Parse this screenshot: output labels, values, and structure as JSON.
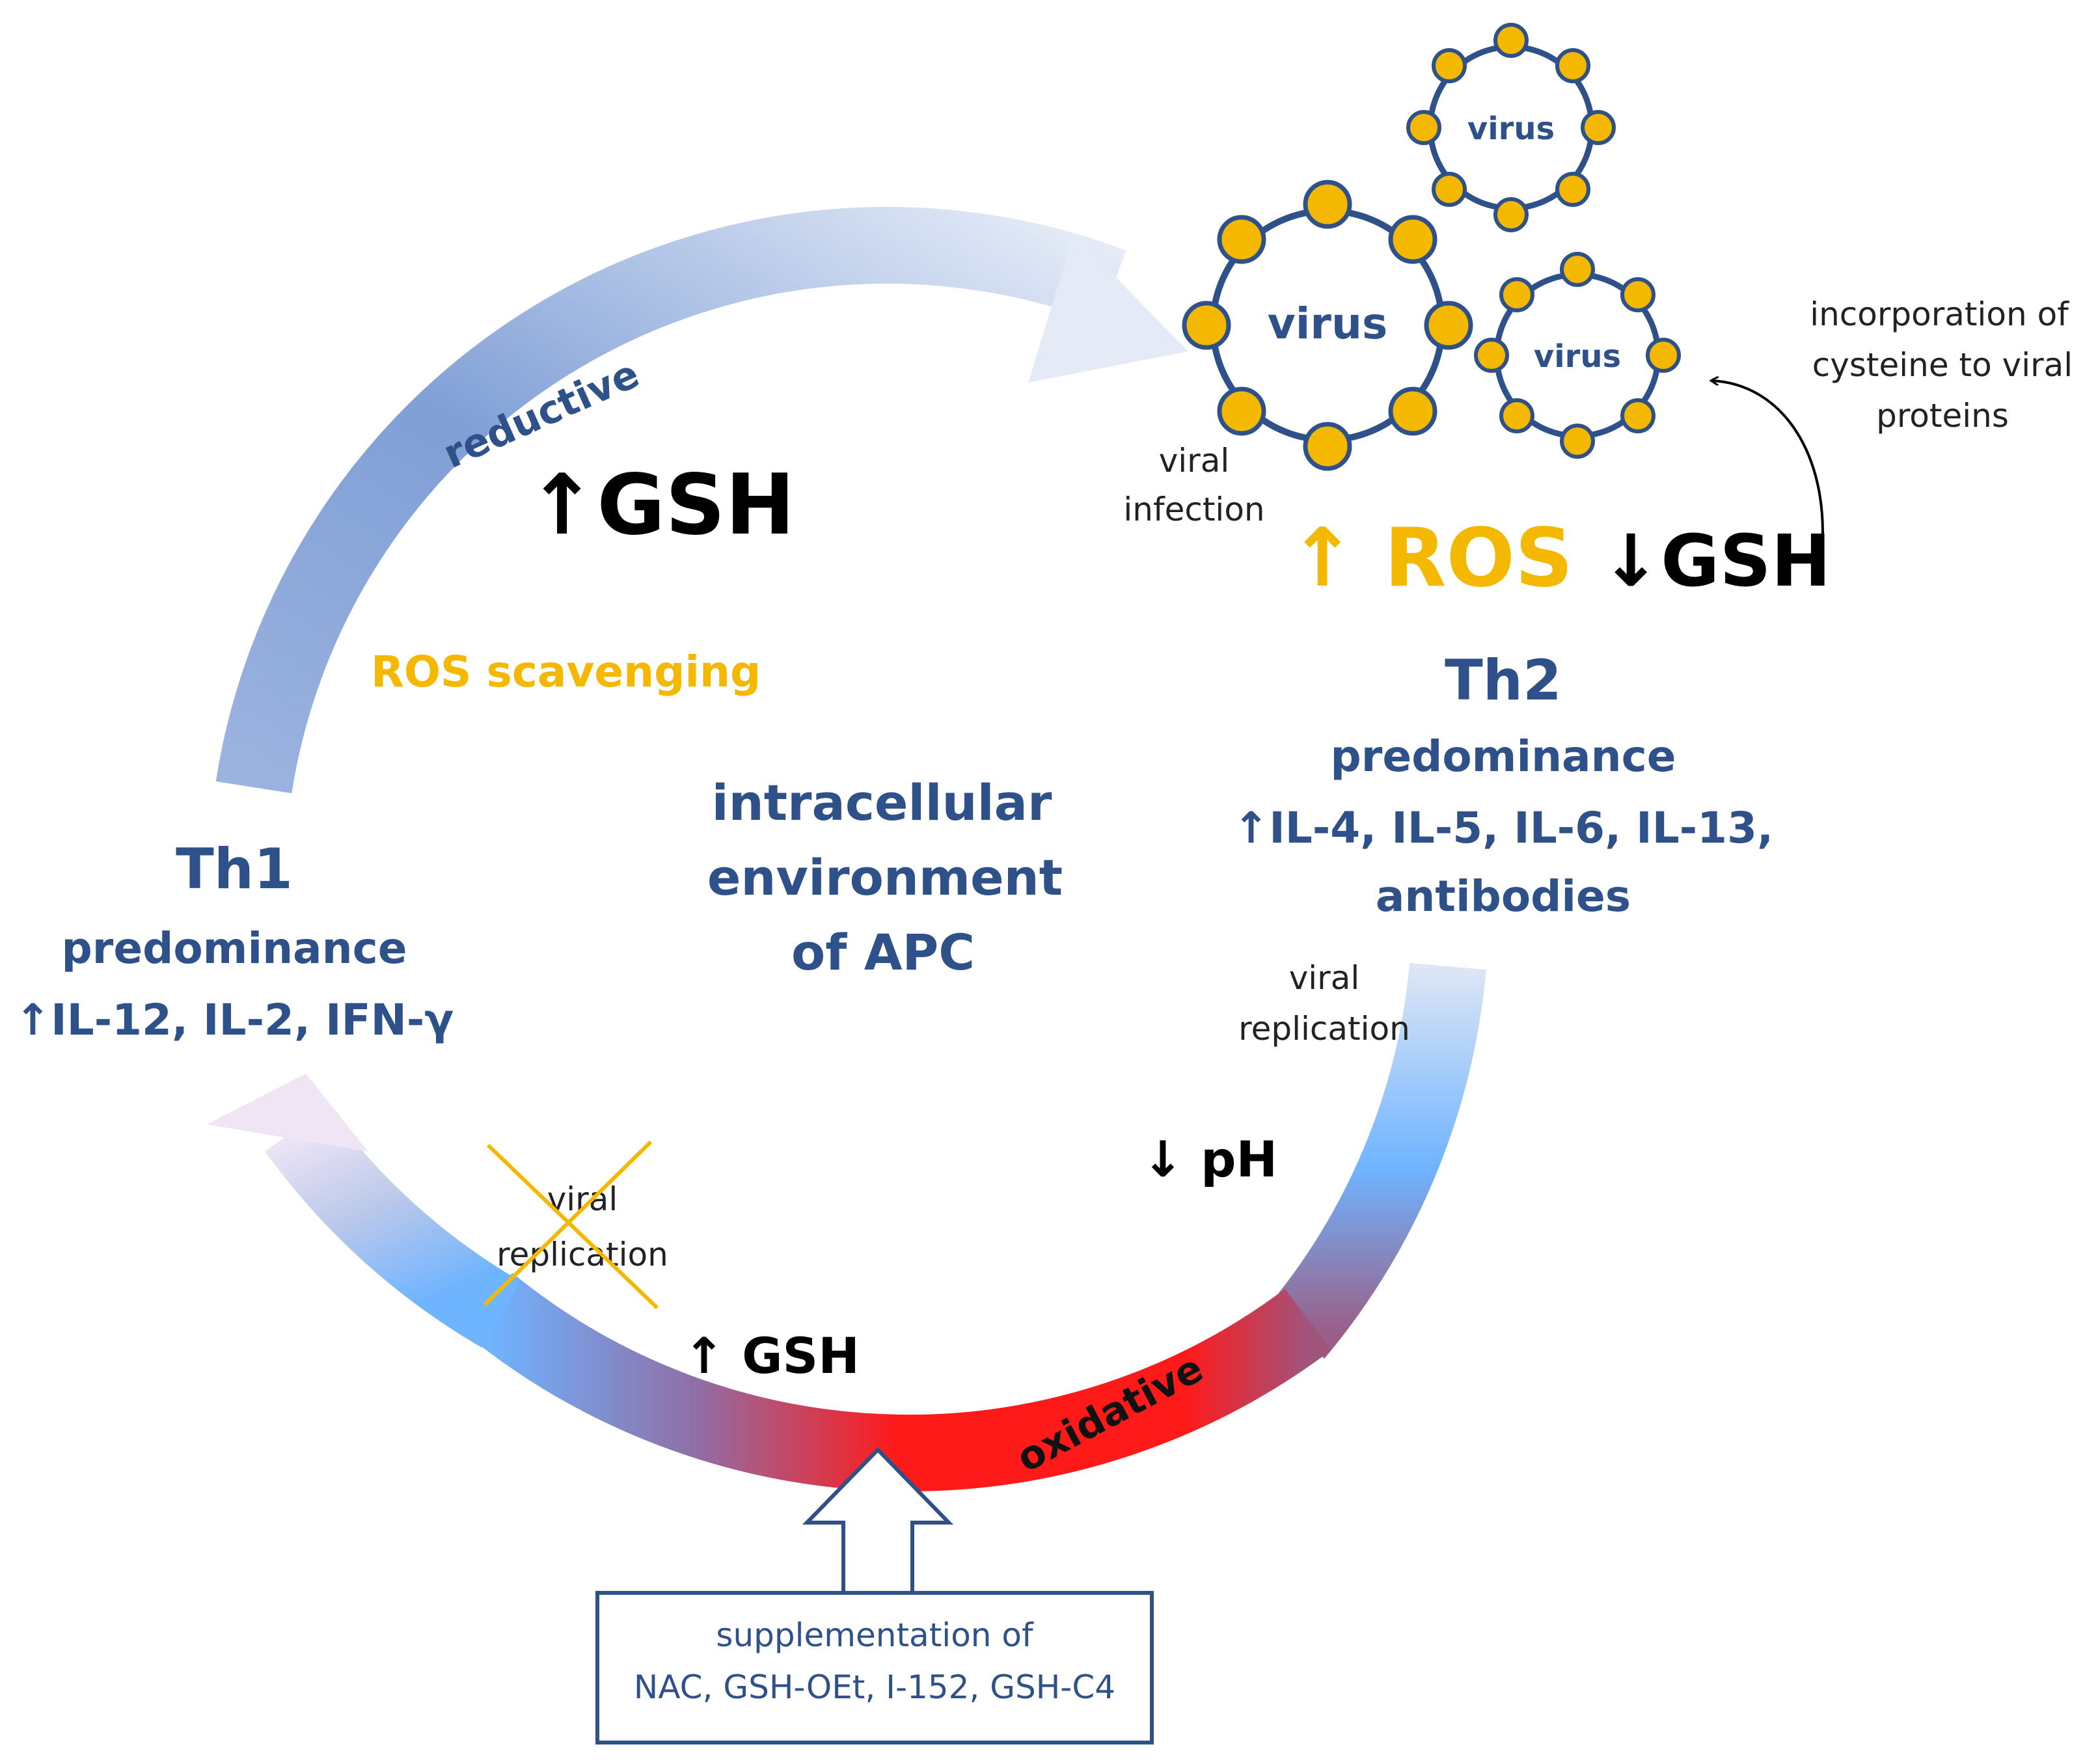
{
  "diagram": {
    "center_label": [
      "intracellular",
      "environment",
      "of APC"
    ],
    "arc_labels": {
      "reductive": "reductive",
      "oxidative": "oxidative"
    },
    "th1": {
      "title": "Th1",
      "subtitle": "predominance",
      "cytokines": "↑IL-12, IL-2, IFN-γ"
    },
    "th2": {
      "title": "Th2",
      "subtitle": "predominance",
      "cytokines_line1": "↑IL-4, IL-5, IL-6, IL-13,",
      "cytokines_line2": "antibodies"
    },
    "top": {
      "gsh_up_large": "↑GSH",
      "ros_scavenging": "ROS scavenging",
      "ros_up": "↑ ROS",
      "gsh_down": "↓GSH",
      "viral_infection": [
        "viral",
        "infection"
      ],
      "incorporation": [
        "incorporation  of",
        "cysteine to viral",
        "proteins"
      ]
    },
    "viruses": [
      "virus",
      "virus",
      "virus"
    ],
    "bottom": {
      "viral_replication_right": [
        "viral",
        "replication"
      ],
      "ph_down": "↓ pH",
      "viral_replication_blocked": [
        "viral",
        "replication"
      ],
      "gsh_up_small": "↑ GSH"
    },
    "supplementation": [
      "supplementation of",
      "NAC, GSH-OEt, I-152, GSH-C4"
    ],
    "colors": {
      "navy_text": "#2e5189",
      "gold": "#f5b800",
      "virus_outline": "#2e5189",
      "virus_spike": "#f5b800",
      "reductive_arc": "#8ea9db",
      "oxidative_red": "#ff1a1a",
      "oxidative_light_blue": "#6fb4ff",
      "box_outline": "#2e5189"
    }
  }
}
